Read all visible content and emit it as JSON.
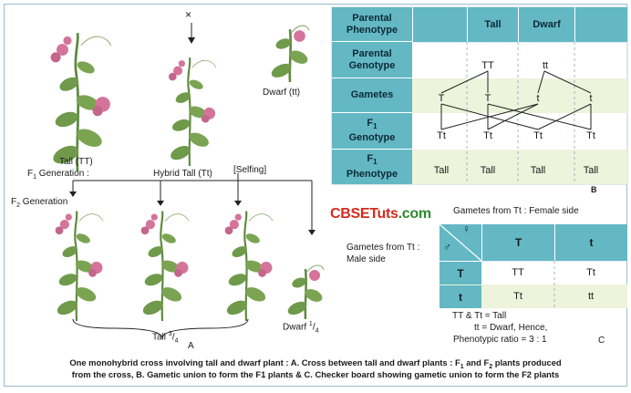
{
  "cross": {
    "cross_symbol": "×",
    "tall_label": "Tall (TT)",
    "hybrid_label": "Hybrid Tall (Tt)",
    "dwarf_label": "Dwarf (tt)",
    "f1_generation": "F1 Generation :",
    "f2_generation": "F2 Generation",
    "selfing": "[Selfing]",
    "tall_fraction": "Tall 3/4",
    "dwarf_fraction": "Dwarf 1/4",
    "panel_letter": "A"
  },
  "table_b": {
    "rows": {
      "parental_phenotype": "Parental Phenotype",
      "parental_genotype": "Parental Genotype",
      "gametes": "Gametes",
      "f1_genotype": "F1 Genotype",
      "f1_phenotype": "F1 Phenotype"
    },
    "header_tall": "Tall",
    "header_dwarf": "Dwarf",
    "genotype_tall": "TT",
    "genotype_dwarf": "tt",
    "gametes": [
      "T",
      "T",
      "t",
      "t"
    ],
    "f1_genotypes": [
      "Tt",
      "Tt",
      "Tt",
      "Tt"
    ],
    "f1_phenotypes": [
      "Tall",
      "Tall",
      "Tall",
      "Tall"
    ],
    "panel_letter": "B"
  },
  "logo": {
    "part1": "CBSE",
    "part2": "Tuts",
    "part3": ".com"
  },
  "checker": {
    "female_header": "Gametes from Tt : Female side",
    "male_header": "Gametes from Tt : Male side",
    "female_symbol": "♀",
    "male_symbol": "♂",
    "col_gametes": [
      "T",
      "t"
    ],
    "row_gametes": [
      "T",
      "t"
    ],
    "cells": [
      [
        "TT",
        "Tt"
      ],
      [
        "Tt",
        "tt"
      ]
    ],
    "note_line1": "TT & Tt = Tall",
    "note_line2": "tt = Dwarf, Hence,",
    "note_line3": "Phenotypic ratio = 3 : 1",
    "panel_letter": "C"
  },
  "caption": {
    "line1": "One monohybrid cross involving tall and dwarf plant : A. Cross between tall and dwarf plants : F1 and F2 plants produced",
    "line2": "from the cross, B. Gametic union to form the F1 plants & C. Checker board showing gametic union to form the F2 plants"
  },
  "colors": {
    "header_teal": "#63b8c4",
    "band_green": "#eef3dc",
    "leaf_green": "#6f9a4a",
    "flower_pink": "#d4749a",
    "logo_red": "#d52b1e",
    "logo_green": "#2f8a2f"
  }
}
